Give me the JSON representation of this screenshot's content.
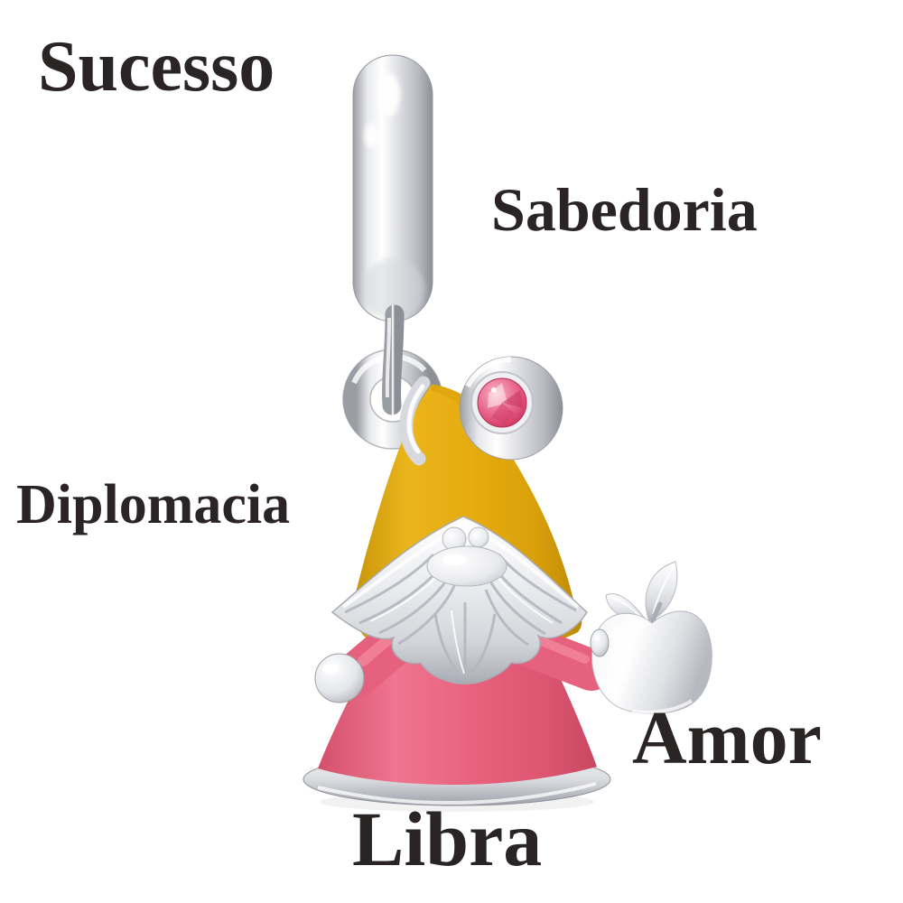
{
  "scene": {
    "background": "#ffffff",
    "text_color": "#2b2425"
  },
  "labels": {
    "sucesso": "Sucesso",
    "sabedoria": "Sabedoria",
    "diplomacia": "Diplomacia",
    "amor": "Amor",
    "libra": "Libra"
  },
  "charm": {
    "subject": "silver-gnome-dangle-charm-holding-apple",
    "colors": {
      "silver_highlight": "#f7f8fa",
      "silver_mid": "#d3d5da",
      "silver_shadow": "#9ea0a8",
      "hat_enamel": "#e5ab0e",
      "hat_shadow": "#c08e06",
      "body_enamel": "#e8627e",
      "body_shadow": "#d04e69",
      "crystal_pink": "#e4517b"
    }
  }
}
